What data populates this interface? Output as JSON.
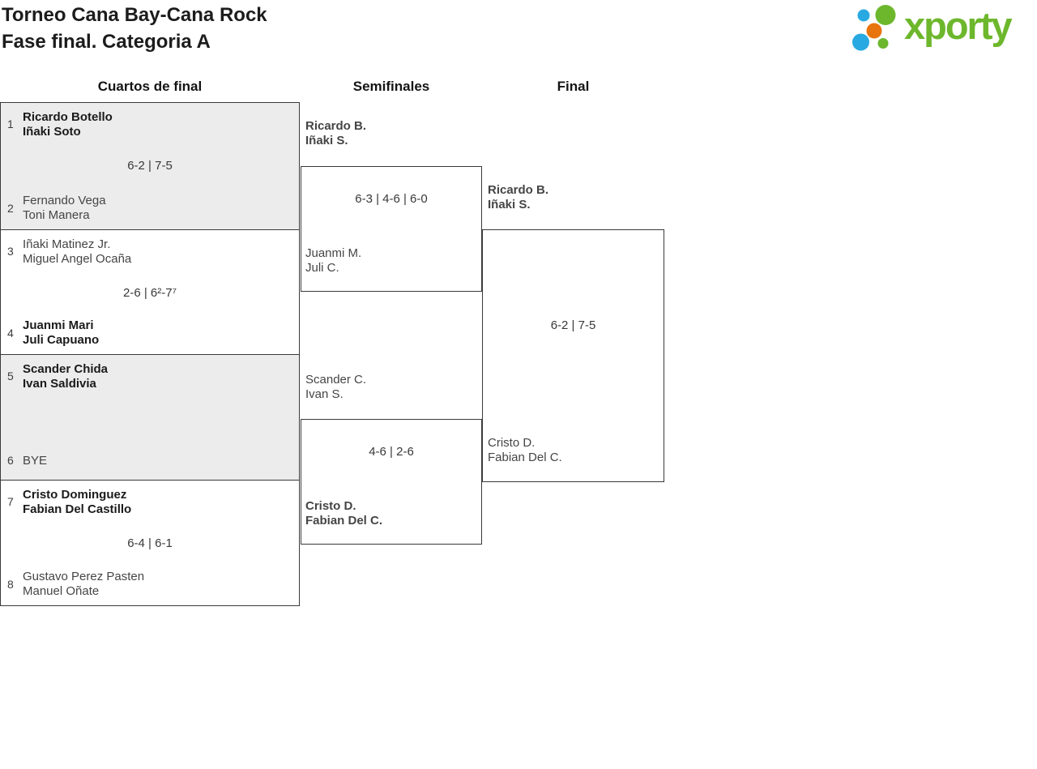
{
  "header": {
    "title_line1": "Torneo Cana Bay-Cana Rock",
    "title_line2": "Fase final. Categoria A"
  },
  "logo": {
    "brand": "xporty",
    "green": "#6db72c",
    "blue": "#29a9e1",
    "orange": "#e8740e"
  },
  "round_headers": {
    "quarterfinals": "Cuartos de final",
    "semifinals": "Semifinales",
    "final": "Final"
  },
  "quarterfinals": [
    {
      "top": {
        "seed": "1",
        "line1": "Ricardo Botello",
        "line2": "Iñaki Soto",
        "winner": true
      },
      "score": "6-2 | 7-5",
      "bottom": {
        "seed": "2",
        "line1": "Fernando Vega",
        "line2": "Toni Manera",
        "winner": false
      }
    },
    {
      "top": {
        "seed": "3",
        "line1": "Iñaki Matinez Jr.",
        "line2": "Miguel Angel Ocaña",
        "winner": false
      },
      "score": "2-6 | 6²-7⁷",
      "bottom": {
        "seed": "4",
        "line1": "Juanmi Mari",
        "line2": "Juli Capuano",
        "winner": true
      }
    },
    {
      "top": {
        "seed": "5",
        "line1": "Scander Chida",
        "line2": "Ivan Saldivia",
        "winner": true
      },
      "score": "",
      "bottom": {
        "seed": "6",
        "line1": "BYE",
        "line2": "",
        "winner": false
      }
    },
    {
      "top": {
        "seed": "7",
        "line1": "Cristo Dominguez",
        "line2": "Fabian Del Castillo",
        "winner": true
      },
      "score": "6-4 | 6-1",
      "bottom": {
        "seed": "8",
        "line1": "Gustavo Perez Pasten",
        "line2": "Manuel Oñate",
        "winner": false
      }
    }
  ],
  "semifinals": [
    {
      "top": {
        "line1": "Ricardo B.",
        "line2": "Iñaki S.",
        "winner": true
      },
      "score": "6-3 | 4-6 | 6-0",
      "bottom": {
        "line1": "Juanmi M.",
        "line2": "Juli C.",
        "winner": false
      }
    },
    {
      "top": {
        "line1": "Scander C.",
        "line2": "Ivan S.",
        "winner": false
      },
      "score": "4-6 | 2-6",
      "bottom": {
        "line1": "Cristo D.",
        "line2": "Fabian Del C.",
        "winner": true
      }
    }
  ],
  "final": {
    "top": {
      "line1": "Ricardo B.",
      "line2": "Iñaki S.",
      "winner": true
    },
    "score": "6-2 | 7-5",
    "bottom": {
      "line1": "Cristo D.",
      "line2": "Fabian Del C.",
      "winner": false
    }
  }
}
